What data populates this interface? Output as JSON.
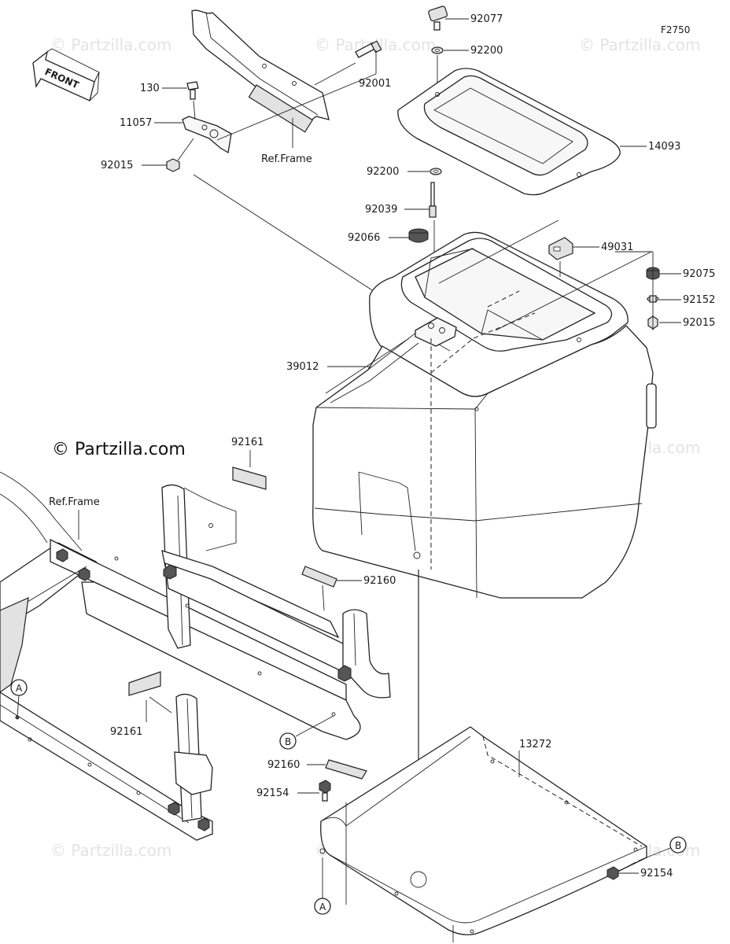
{
  "figure_code": "F2750",
  "copyright": "© Partzilla.com",
  "watermark": "© Partzilla.com",
  "front_arrow_label": "FRONT",
  "ref_labels": {
    "frame_top": "Ref.Frame",
    "frame_left": "Ref.Frame"
  },
  "callouts": {
    "a_top": "A",
    "a_bottom": "A",
    "b_mid": "B",
    "b_right": "B"
  },
  "parts": {
    "p92077": "92077",
    "p92200_top": "92200",
    "p92001": "92001",
    "p130": "130",
    "p11057": "11057",
    "p92015_left": "92015",
    "p14093": "14093",
    "p92200_mid": "92200",
    "p92039": "92039",
    "p92066": "92066",
    "p49031": "49031",
    "p92075": "92075",
    "p92152": "92152",
    "p92015_right": "92015",
    "p39012": "39012",
    "p92161_top": "92161",
    "p92160_mid": "92160",
    "p92161_bottom": "92161",
    "p92160_low": "92160",
    "p92154_left": "92154",
    "p13272": "13272",
    "p92154_right": "92154"
  }
}
